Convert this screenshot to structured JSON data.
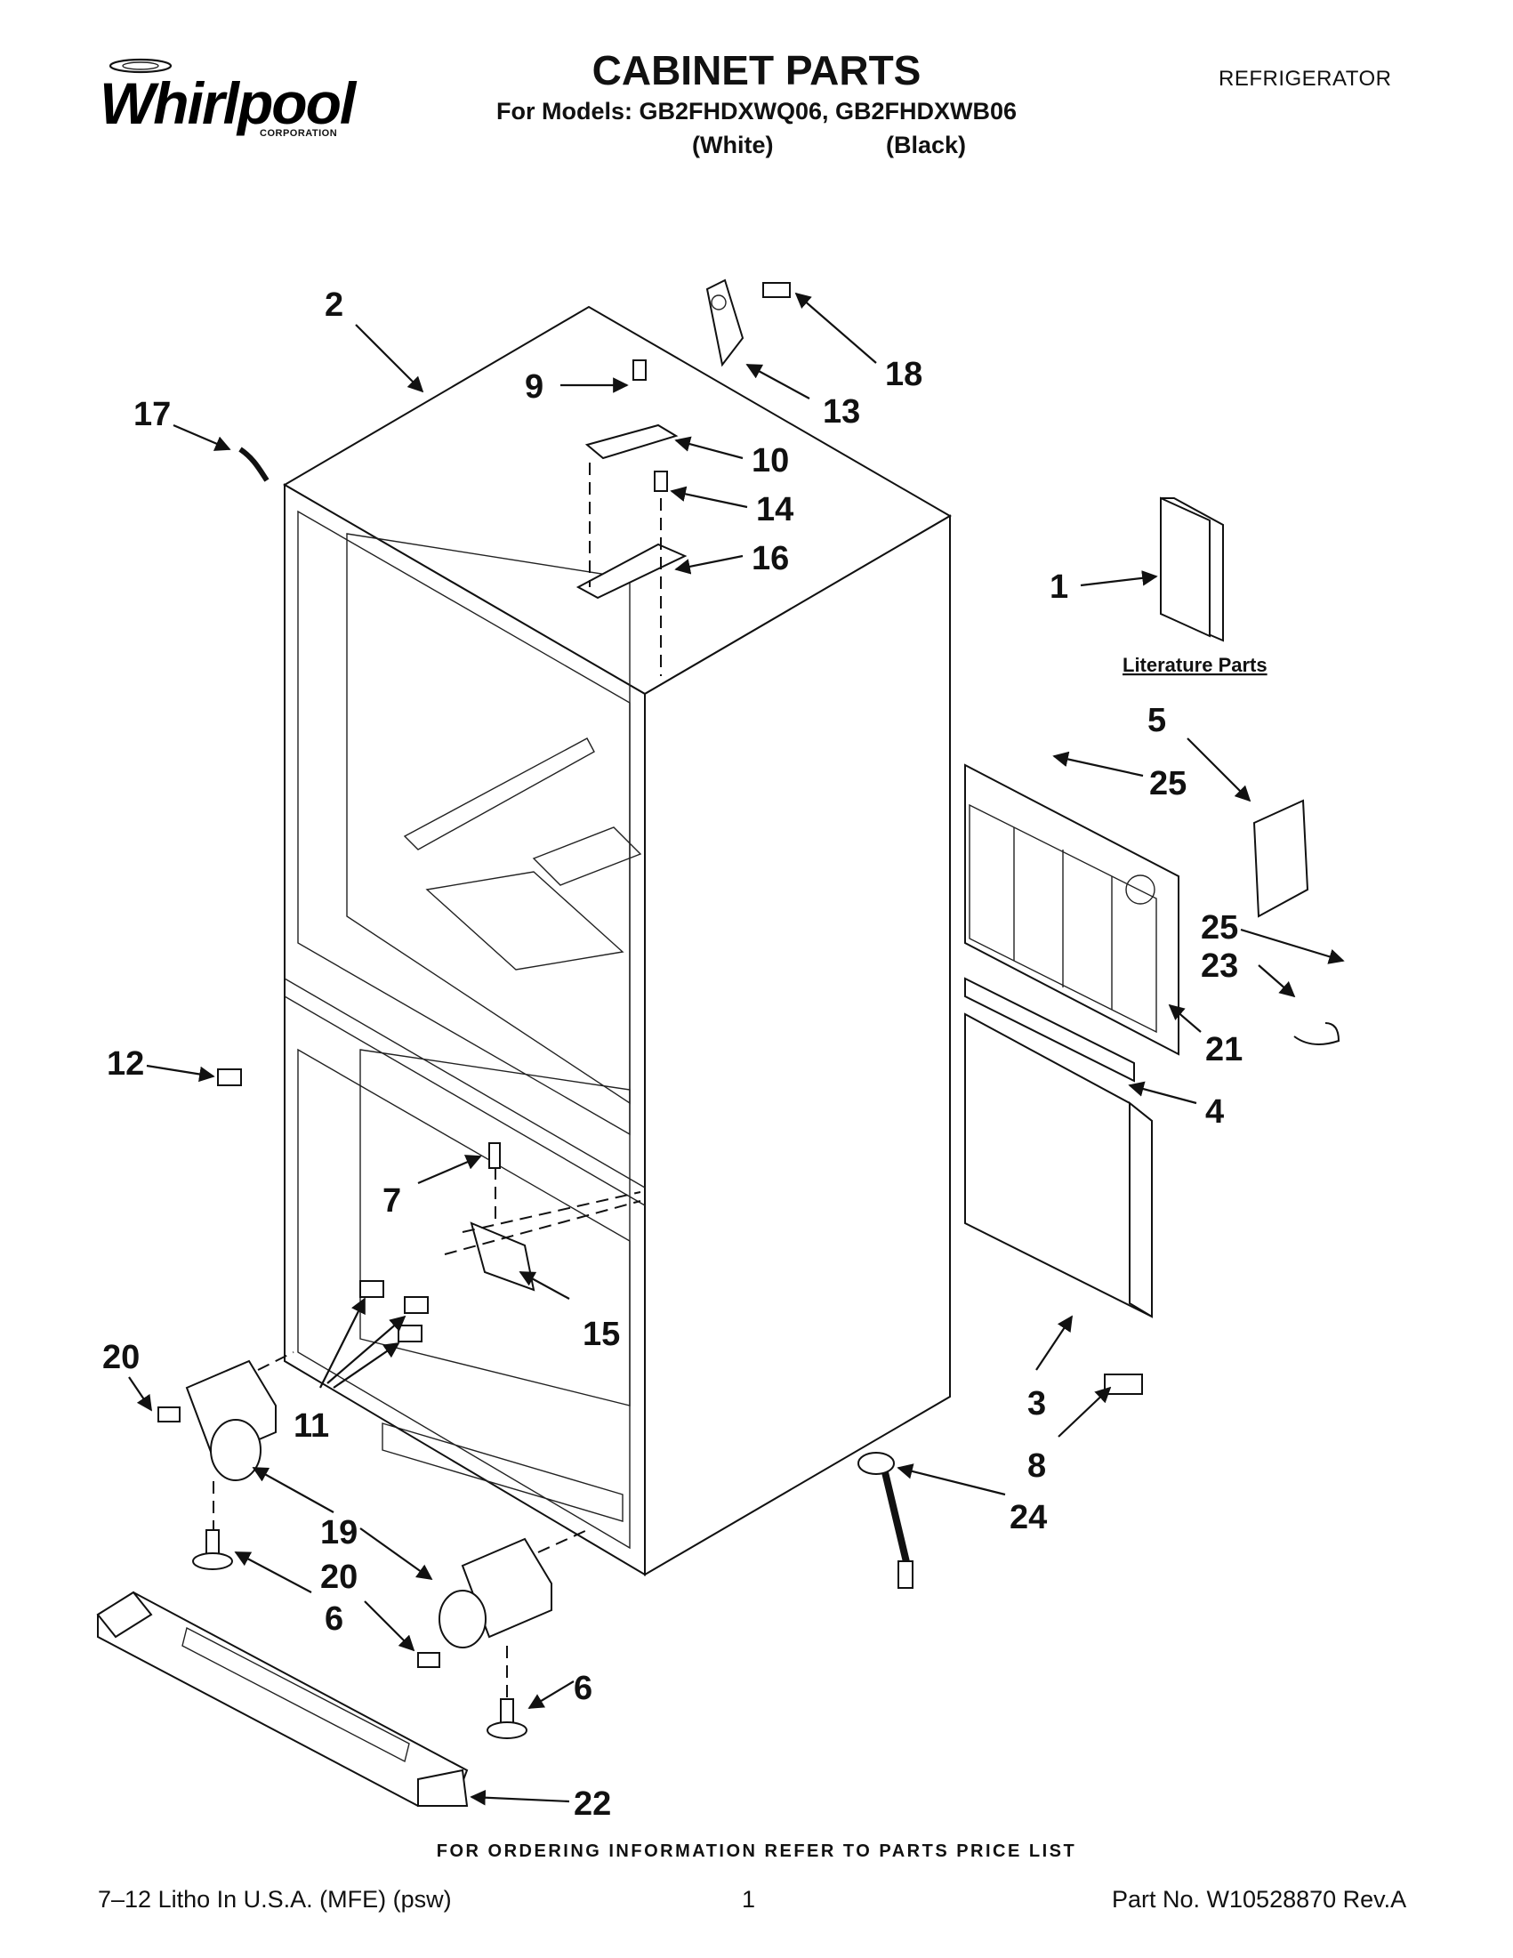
{
  "header": {
    "brand": "Whirlpool",
    "brand_sub": "CORPORATION",
    "title": "CABINET PARTS",
    "models": "For Models: GB2FHDXWQ06, GB2FHDXWB06",
    "variant_white": "(White)",
    "variant_black": "(Black)",
    "category": "REFRIGERATOR"
  },
  "diagram": {
    "literature_label": "Literature Parts",
    "callouts": [
      "2",
      "17",
      "9",
      "13",
      "18",
      "10",
      "14",
      "16",
      "1",
      "5",
      "25",
      "25",
      "23",
      "21",
      "4",
      "12",
      "7",
      "15",
      "3",
      "8",
      "24",
      "20",
      "11",
      "19",
      "20",
      "6",
      "6",
      "22"
    ]
  },
  "footer": {
    "ordering": "FOR ORDERING INFORMATION REFER TO PARTS PRICE LIST",
    "litho": "7–12 Litho In U.S.A. (MFE) (psw)",
    "page": "1",
    "part_no": "Part No. W10528870 Rev.A"
  }
}
